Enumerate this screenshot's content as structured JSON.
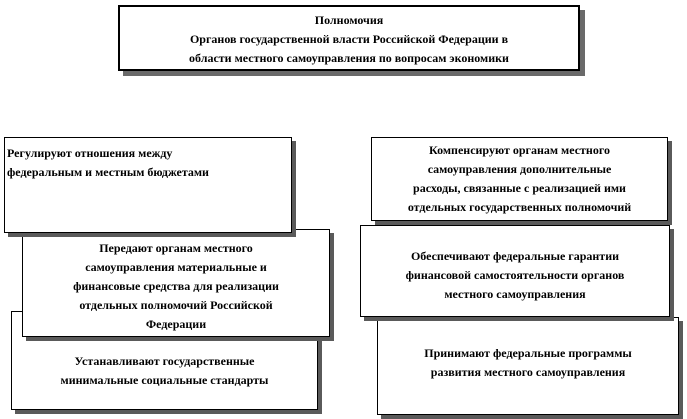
{
  "title": {
    "line1": "Полномочия",
    "line2": "Органов государственной власти Российской Федерации в",
    "line3": "области местного самоуправления по вопросам экономики"
  },
  "left": {
    "box1": {
      "line1": "Регулируют отношения между",
      "line2": "федеральным и местным бюджетами"
    },
    "box2": {
      "line1": "Передают органам местного",
      "line2": "самоуправления материальные и",
      "line3": "финансовые средства для реализации",
      "line4": "отдельных полномочий Российской",
      "line5": "Федерации"
    },
    "box3": {
      "line1": "Устанавливают государственные",
      "line2": "минимальные социальные стандарты"
    }
  },
  "right": {
    "box1": {
      "line1": "Компенсируют органам местного",
      "line2": "самоуправления дополнительные",
      "line3": "расходы, связанные с реализацией ими",
      "line4": "отдельных государственных полномочий"
    },
    "box2": {
      "line1": "Обеспечивают федеральные гарантии",
      "line2": "финансовой самостоятельности органов",
      "line3": "местного самоуправления"
    },
    "box3": {
      "line1": "Принимают федеральные программы",
      "line2": "развития местного самоуправления"
    }
  }
}
